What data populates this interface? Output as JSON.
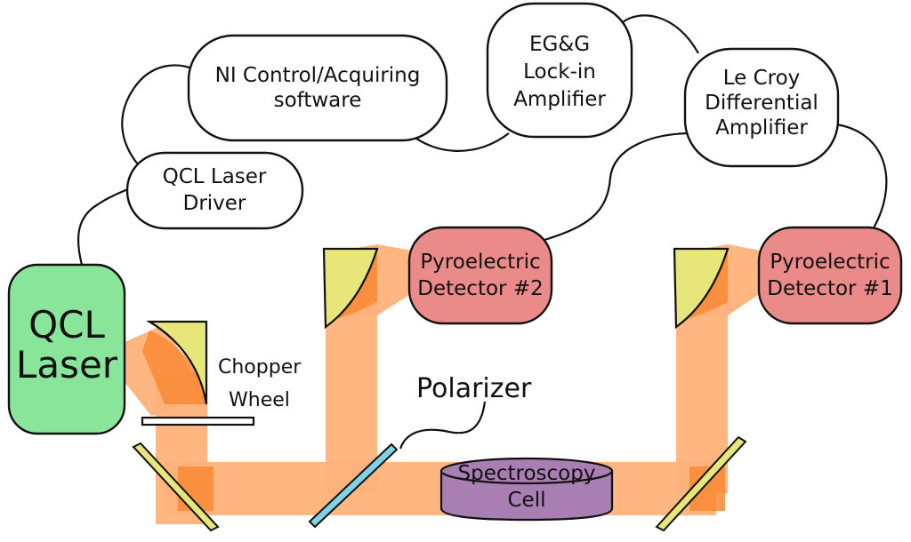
{
  "colors": {
    "beam": "#ffb27a",
    "beam_dense": "#f98a35",
    "laser_box": "#88e59a",
    "detector_box": "#ea8a89",
    "mirror": "#e6e67a",
    "polarizer": "#7fd3e6",
    "cell": "#a97fb3",
    "cable": "#111111"
  },
  "boxes": {
    "ni_software": [
      "NI Control/Acquiring",
      "software"
    ],
    "lockin": [
      "EG&G",
      "Lock-in",
      "Amplifier"
    ],
    "lecroy": [
      "Le Croy",
      "Differential",
      "Amplifier"
    ],
    "qcl_driver": [
      "QCL Laser",
      "Driver"
    ],
    "qcl_laser": [
      "QCL",
      "Laser"
    ],
    "detector2": [
      "Pyroelectric",
      "Detector #2"
    ],
    "detector1": [
      "Pyroelectric",
      "Detector #1"
    ],
    "cell": [
      "Spectroscopy",
      "Cell"
    ]
  },
  "labels": {
    "chopper": [
      "Chopper",
      "Wheel"
    ],
    "polarizer": "Polarizer"
  }
}
